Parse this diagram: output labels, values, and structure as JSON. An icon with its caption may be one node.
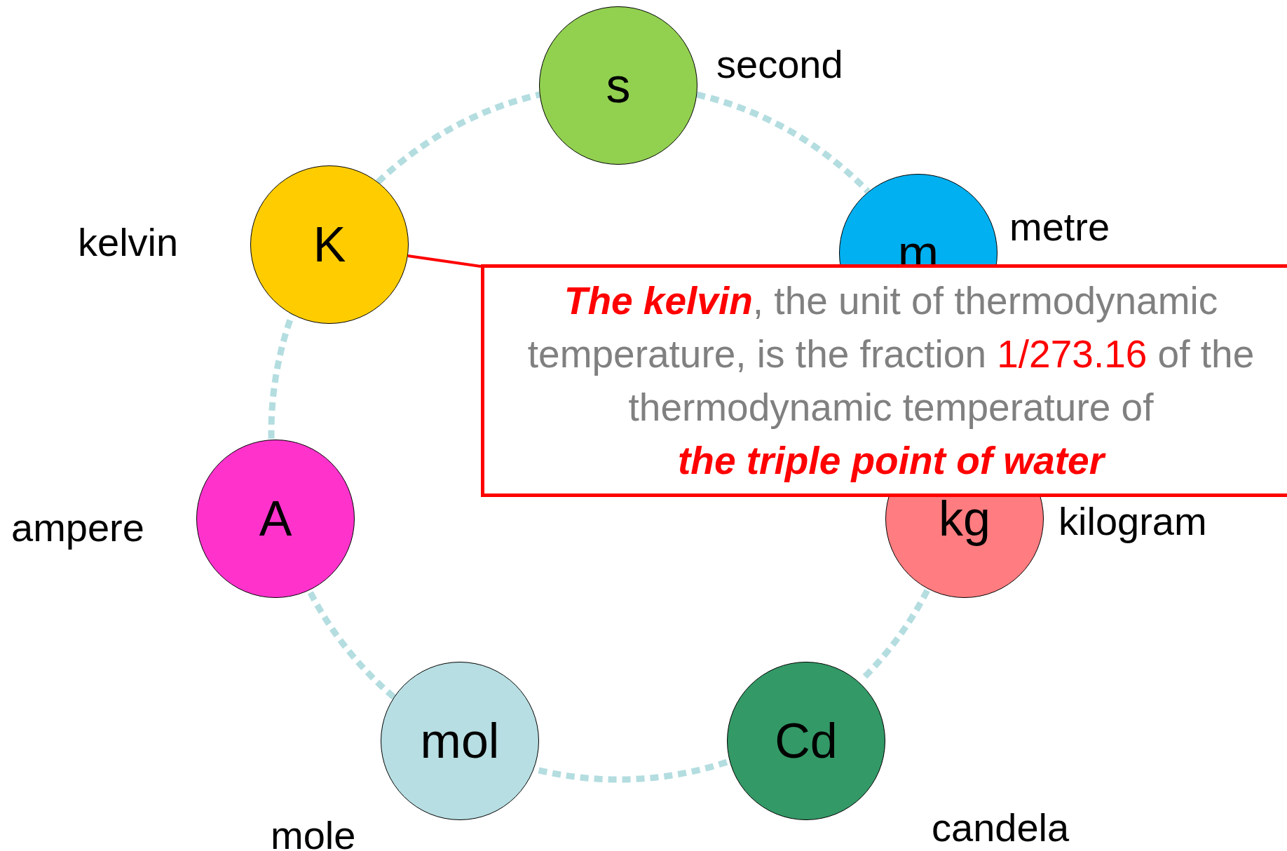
{
  "diagram": {
    "nodes": [
      {
        "text": [
          "s"
        ],
        "beside": [
          "second"
        ]
      },
      {
        "text": [
          "K"
        ],
        "beside": [
          "kelvin"
        ]
      },
      {
        "text": [
          "m"
        ],
        "beside": [
          "metre"
        ]
      },
      {
        "text": [
          "**The kelvin**, the unit of thermodynamic temperature, is the fraction *1/273.16* of the thermodynamic temperature of **the triple point of water**"
        ]
      },
      {
        "text": [
          "A"
        ],
        "beside": [
          "ampere"
        ]
      },
      {
        "text": [
          "kg"
        ],
        "beside": [
          "kilogram"
        ]
      },
      {
        "text": [
          "mol"
        ],
        "beside": [
          "mole"
        ]
      },
      {
        "text": [
          "Cd"
        ],
        "beside": [
          "candela"
        ]
      }
    ],
    "edges": [
      {
        "from": 0,
        "to": 2,
        "arrow": "none",
        "style": "dashed"
      },
      {
        "from": 5,
        "to": 7,
        "arrow": "none",
        "style": "dashed"
      },
      {
        "from": 7,
        "to": 6,
        "arrow": "none",
        "style": "dashed"
      },
      {
        "from": 6,
        "to": 4,
        "arrow": "none",
        "style": "dashed"
      },
      {
        "from": 4,
        "to": 1,
        "arrow": "none",
        "style": "dashed"
      },
      {
        "from": 1,
        "to": 0,
        "arrow": "none",
        "style": "dashed"
      },
      {
        "from": 3,
        "to": 1,
        "arrow": "none",
        "color": "#ff0000"
      }
    ]
  }
}
